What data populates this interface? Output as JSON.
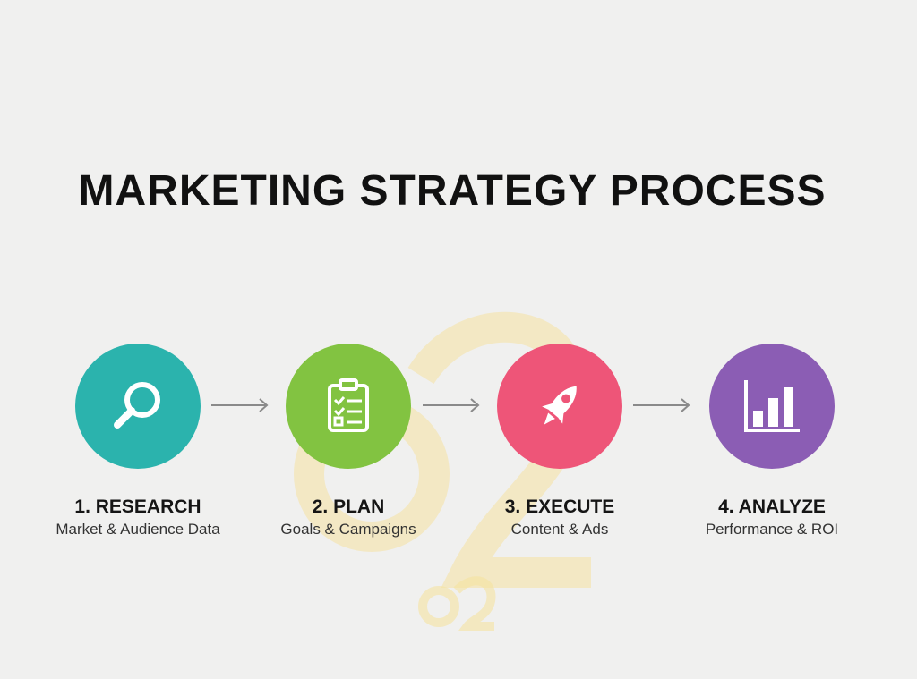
{
  "title": "MARKETING STRATEGY PROCESS",
  "steps": [
    {
      "title": "1. RESEARCH",
      "description": "Market & Audience Data",
      "color": "#2bb3ad",
      "icon": "magnifier-icon"
    },
    {
      "title": "2. PLAN",
      "description": "Goals & Campaigns",
      "color": "#82c341",
      "icon": "clipboard-checklist-icon"
    },
    {
      "title": "3. EXECUTE",
      "description": "Content & Ads",
      "color": "#ee5578",
      "icon": "rocket-icon"
    },
    {
      "title": "4. ANALYZE",
      "description": "Performance & ROI",
      "color": "#8b5db4",
      "icon": "bar-chart-icon"
    }
  ],
  "watermark_color": "#f3d77a"
}
